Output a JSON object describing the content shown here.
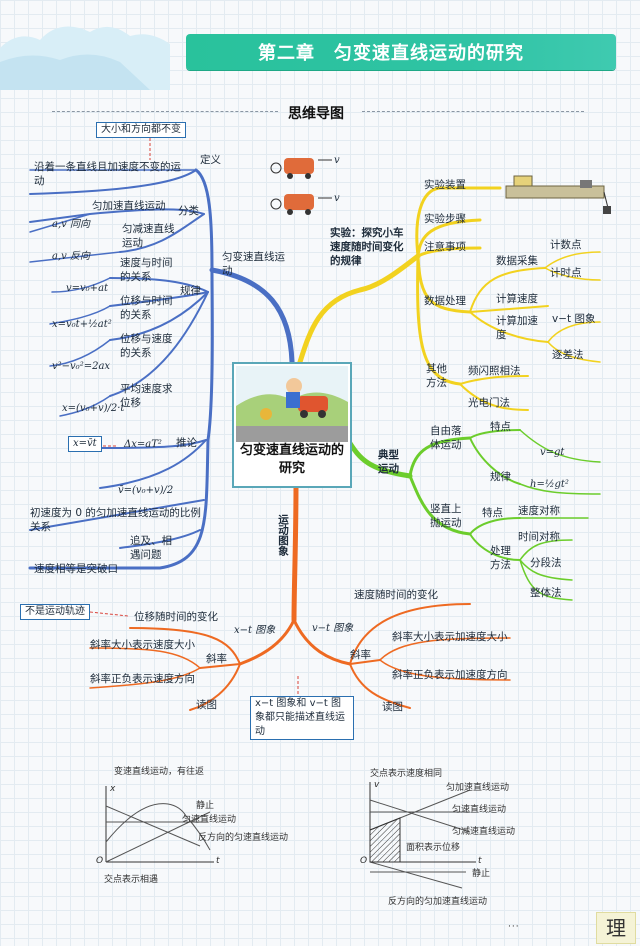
{
  "header": {
    "title": "第二章　匀变速直线运动的研究",
    "subtitle": "思维导图"
  },
  "center": {
    "title": "匀变速直线运动的研究"
  },
  "top_left": {
    "branch": "匀变速直线运动",
    "definition": "定义",
    "definition_text": "沿着一条直线且加速度不变的运动",
    "note_box": "大小和方向都不变",
    "classify": "分类",
    "accel_motion": "匀加速直线运动",
    "decel_motion": "匀减速直线运动",
    "same_dir": "a,v 同向",
    "opp_dir": "a,v 反向",
    "law": "规律",
    "v_t": "速度与时间的关系",
    "f_v": "v=v₀+at",
    "x_t": "位移与时间的关系",
    "f_x": "x=v₀t+½at²",
    "x_v": "位移与速度的关系",
    "f_xv": "v²−v₀²=2ax",
    "avg": "平均速度求位移",
    "f_avg": "x=(v₀+v)/2·t",
    "box_xvt": "x=v̄t",
    "inference": "推论",
    "f_dx": "Δx=aT²",
    "f_vbar": "v̄=(v₀+v)/2",
    "ratio": "初速度为 0 的匀加速直线运动的比例关系",
    "chase": "追及、相遇问题",
    "breakthrough": "速度相等是突破口",
    "car_label_v": "v"
  },
  "top_right": {
    "branch": "实验：探究小车速度随时间变化的规律",
    "apparatus": "实验装置",
    "steps": "实验步骤",
    "cautions": "注意事项",
    "data_collection": "数据采集",
    "count_points": "计数点",
    "timing_points": "计时点",
    "data_processing": "数据处理",
    "calc_speed": "计算速度",
    "calc_accel": "计算加速度",
    "vt_image": "v−t 图象",
    "successive_diff": "逐差法",
    "other_methods": "其他方法",
    "flash": "频闪照相法",
    "photogate": "光电门法"
  },
  "right": {
    "branch": "典型运动",
    "free_fall": "自由落体运动",
    "features": "特点",
    "f_v": "v=gt",
    "law": "规律",
    "f_h": "h=½gt²",
    "vertical": "竖直上抛运动",
    "features2": "特点",
    "speed_sym": "速度对称",
    "time_sym": "时间对称",
    "processing": "处理方法",
    "segment": "分段法",
    "whole": "整体法"
  },
  "bottom": {
    "branch": "运动图象",
    "xt": "x−t 图象",
    "vt": "v−t 图象",
    "not_track": "不是运动轨迹",
    "disp_change": "位移随时间的变化",
    "slope": "斜率",
    "slope_mag": "斜率大小表示速度大小",
    "slope_sign": "斜率正负表示速度方向",
    "read": "读图",
    "speed_change": "速度随时间的变化",
    "slope2": "斜率",
    "slope2_mag": "斜率大小表示加速度大小",
    "slope2_sign": "斜率正负表示加速度方向",
    "read2": "读图",
    "note_box": "x−t 图象和 v−t 图象都只能描述直线运动"
  },
  "graph_left": {
    "top_note": "变速直线运动，有往返",
    "l1": "静止",
    "l2": "匀速直线运动",
    "l3": "反方向的匀速直线运动",
    "bottom_note": "交点表示相遇",
    "axis_x": "t",
    "axis_y": "x",
    "origin": "O"
  },
  "graph_right": {
    "top_note": "交点表示速度相同",
    "l1": "匀加速直线运动",
    "l2": "匀速直线运动",
    "l3": "匀减速直线运动",
    "area_note": "面积表示位移",
    "l4": "静止",
    "l5": "反方向的匀加速直线运动",
    "axis_x": "t",
    "axis_y": "v",
    "origin": "O"
  },
  "corner": {
    "logo": "理",
    "stamp": "···"
  },
  "colors": {
    "banner": "#2fc3a4",
    "blue": "#4a6fc4",
    "yellow": "#f2d21f",
    "green": "#6ccd2c",
    "orange": "#ee6a22"
  }
}
